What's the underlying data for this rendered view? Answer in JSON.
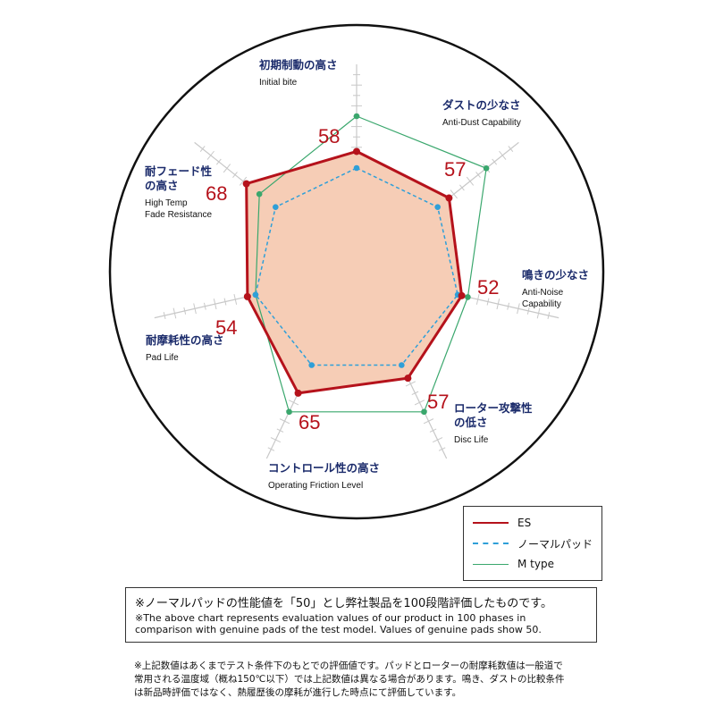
{
  "chart_data": {
    "type": "radar",
    "axes": [
      {
        "jp": [
          "初期制動の高さ"
        ],
        "en": [
          "Initial bite"
        ]
      },
      {
        "jp": [
          "ダストの少なさ"
        ],
        "en": [
          "Anti-Dust Capability"
        ]
      },
      {
        "jp": [
          "鳴きの少なさ"
        ],
        "en": [
          "Anti-Noise",
          "Capability"
        ]
      },
      {
        "jp": [
          "ローター攻撃性",
          "の低さ"
        ],
        "en": [
          "Disc Life"
        ]
      },
      {
        "jp": [
          "コントロール性の高さ"
        ],
        "en": [
          "Operating Friction Level"
        ]
      },
      {
        "jp": [
          "耐摩耗性の高さ"
        ],
        "en": [
          "Pad Life"
        ]
      },
      {
        "jp": [
          "耐フェード性",
          "の高さ"
        ],
        "en": [
          "High Temp",
          "Fade Resistance"
        ]
      }
    ],
    "series": [
      {
        "name": "ES",
        "values": [
          58,
          57,
          52,
          57,
          65,
          54,
          68
        ],
        "color": "#b5121b",
        "fill": "#f6cdb6"
      },
      {
        "name": "ノーマルパッド",
        "values": [
          50,
          50,
          50,
          50,
          50,
          50,
          50
        ],
        "color": "#2f9fd8"
      },
      {
        "name": "M type",
        "values": [
          75,
          80,
          55,
          75,
          75,
          50,
          60
        ],
        "color": "#3aa76d"
      }
    ],
    "value_labels": [
      "58",
      "57",
      "52",
      "57",
      "65",
      "54",
      "68"
    ],
    "rlim": [
      0,
      100
    ],
    "grid": true
  },
  "legend": {
    "es": "ES",
    "normal": "ノーマルパッド",
    "mtype": "M type"
  },
  "notes": {
    "jp": "※ノーマルパッドの性能値を「50」とし弊社製品を100段階評価したものです。",
    "en_line1": "※The above chart represents evaluation values of our product in 100 phases in",
    "en_line2": "comparison with genuine pads of the test model. Values of genuine pads show 50."
  },
  "footnote": {
    "line1": "※上記数値はあくまでテスト条件下のもとでの評価値です。パッドとローターの耐摩耗数値は一般道で",
    "line2": "常用される温度域（概ね150℃以下）では上記数値は異なる場合があります。鳴き、ダストの比較条件",
    "line3": "は新品時評価ではなく、熱履歴後の摩耗が進行した時点にて評価しています。"
  },
  "colors": {
    "circle": "#111111",
    "spoke": "#c8c8c8",
    "jp_label": "#1b2b6b",
    "value_label": "#b5121b"
  }
}
